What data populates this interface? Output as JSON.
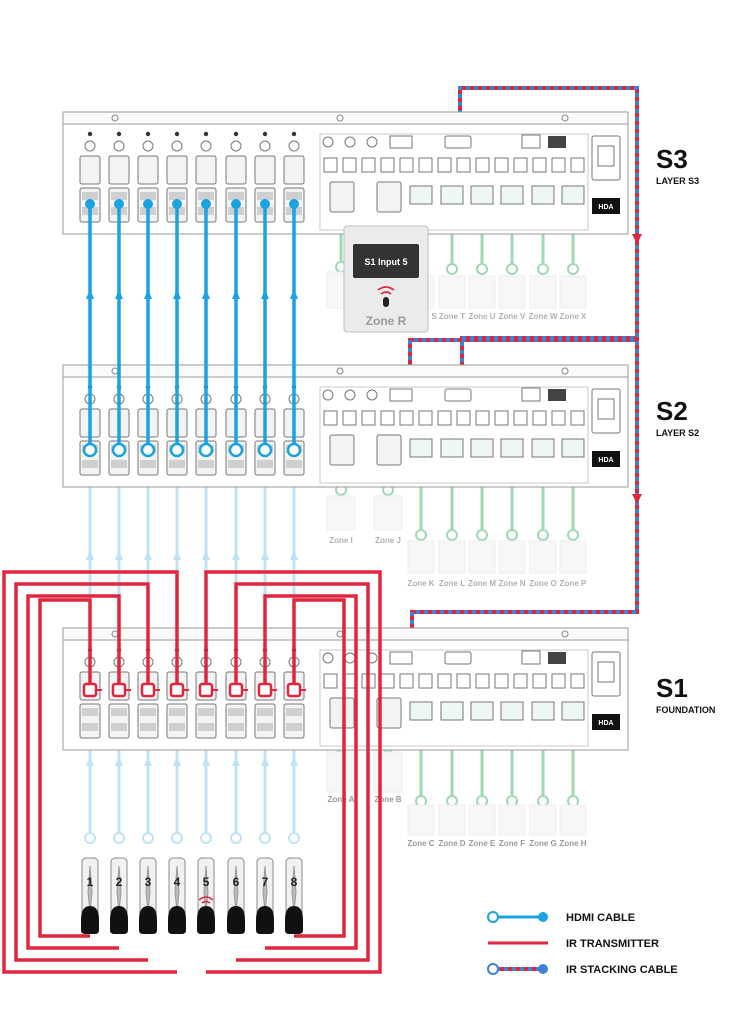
{
  "layers": [
    {
      "id": "S3",
      "label": "S3",
      "sublabel": "LAYER S3"
    },
    {
      "id": "S2",
      "label": "S2",
      "sublabel": "LAYER S2"
    },
    {
      "id": "S1",
      "label": "S1",
      "sublabel": "FOUNDATION"
    }
  ],
  "brand": "HDA",
  "source_numbers": [
    "1",
    "2",
    "3",
    "4",
    "5",
    "6",
    "7",
    "8"
  ],
  "zones_s1": [
    "Zone A",
    "Zone B",
    "Zone C",
    "Zone D",
    "Zone E",
    "Zone F",
    "Zone G",
    "Zone H"
  ],
  "zones_s2": [
    "Zone I",
    "Zone J",
    "Zone K",
    "Zone L",
    "Zone M",
    "Zone N",
    "Zone O",
    "Zone P"
  ],
  "zones_s3": [
    "Zone R",
    "S",
    "Zone T",
    "Zone U",
    "Zone V",
    "Zone W",
    "Zone X"
  ],
  "popup": {
    "title": "S1 Input 5",
    "zone": "Zone R"
  },
  "legend": {
    "hdmi": "HDMI CABLE",
    "ir": "IR TRANSMITTER",
    "stacking": "IR STACKING CABLE"
  },
  "colors": {
    "hdmi": "#1aa3e0",
    "hdmi_faint": "#bfe3f5",
    "ir": "#e0263f",
    "stack_blue": "#3b82d6",
    "zone_green": "#9fd8b4",
    "panel_stroke": "#9a9a9a"
  }
}
